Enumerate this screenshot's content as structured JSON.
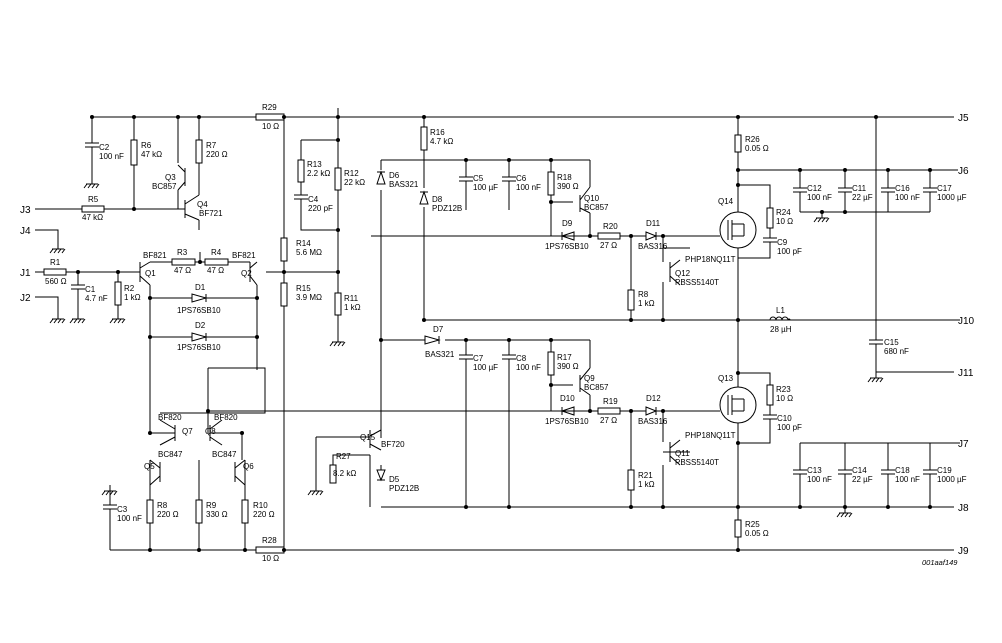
{
  "figure_id": "001aaf149",
  "terminals": [
    {
      "id": "J1",
      "label": "J1"
    },
    {
      "id": "J2",
      "label": "J2"
    },
    {
      "id": "J3",
      "label": "J3"
    },
    {
      "id": "J4",
      "label": "J4"
    },
    {
      "id": "J5",
      "label": "J5"
    },
    {
      "id": "J6",
      "label": "J6"
    },
    {
      "id": "J7",
      "label": "J7"
    },
    {
      "id": "J8",
      "label": "J8"
    },
    {
      "id": "J9",
      "label": "J9"
    },
    {
      "id": "J10",
      "label": "J10"
    },
    {
      "id": "J11",
      "label": "J11"
    }
  ],
  "components": [
    {
      "ref": "R1",
      "value": "560 Ω"
    },
    {
      "ref": "R2",
      "value": "1 kΩ"
    },
    {
      "ref": "R3",
      "value": "47 Ω"
    },
    {
      "ref": "R4",
      "value": "47 Ω"
    },
    {
      "ref": "R5",
      "value": "47 kΩ"
    },
    {
      "ref": "R6",
      "value": "47 kΩ"
    },
    {
      "ref": "R7",
      "value": "220 Ω"
    },
    {
      "ref": "R8",
      "value": "220 Ω"
    },
    {
      "ref": "R9",
      "value": "330 Ω"
    },
    {
      "ref": "R10",
      "value": "220 Ω"
    },
    {
      "ref": "R11",
      "value": "1 kΩ"
    },
    {
      "ref": "R12",
      "value": "22 kΩ"
    },
    {
      "ref": "R13",
      "value": "2.2 kΩ"
    },
    {
      "ref": "R14",
      "value": "5.6 MΩ"
    },
    {
      "ref": "R15",
      "value": "3.9 MΩ"
    },
    {
      "ref": "R16",
      "value": "4.7 kΩ"
    },
    {
      "ref": "R17",
      "value": "390 Ω"
    },
    {
      "ref": "R18",
      "value": "390 Ω"
    },
    {
      "ref": "R19",
      "value": "27 Ω"
    },
    {
      "ref": "R20",
      "value": "27 Ω"
    },
    {
      "ref": "R21",
      "value": "1 kΩ"
    },
    {
      "ref": "R23",
      "value": "10 Ω"
    },
    {
      "ref": "R24",
      "value": "10 Ω"
    },
    {
      "ref": "R25",
      "value": "0.05 Ω"
    },
    {
      "ref": "R26",
      "value": "0.05 Ω"
    },
    {
      "ref": "R27",
      "value": "8.2 kΩ"
    },
    {
      "ref": "R28",
      "value": "10 Ω"
    },
    {
      "ref": "R29",
      "value": "10 Ω"
    },
    {
      "ref": "R8",
      "value": "1 kΩ"
    },
    {
      "ref": "C1",
      "value": "4.7 nF"
    },
    {
      "ref": "C2",
      "value": "100 nF"
    },
    {
      "ref": "C3",
      "value": "100 nF"
    },
    {
      "ref": "C4",
      "value": "220 pF"
    },
    {
      "ref": "C5",
      "value": "100 µF"
    },
    {
      "ref": "C6",
      "value": "100 nF"
    },
    {
      "ref": "C7",
      "value": "100 µF"
    },
    {
      "ref": "C8",
      "value": "100 nF"
    },
    {
      "ref": "C9",
      "value": "100 pF"
    },
    {
      "ref": "C10",
      "value": "100 pF"
    },
    {
      "ref": "C11",
      "value": "22 µF"
    },
    {
      "ref": "C12",
      "value": "100 nF"
    },
    {
      "ref": "C13",
      "value": "100 nF"
    },
    {
      "ref": "C14",
      "value": "22 µF"
    },
    {
      "ref": "C15",
      "value": "680 nF"
    },
    {
      "ref": "C16",
      "value": "100 nF"
    },
    {
      "ref": "C17",
      "value": "1000 µF"
    },
    {
      "ref": "C18",
      "value": "100 nF"
    },
    {
      "ref": "C19",
      "value": "1000 µF"
    },
    {
      "ref": "L1",
      "value": "28 µH"
    },
    {
      "ref": "D1",
      "value": "1PS76SB10"
    },
    {
      "ref": "D2",
      "value": "1PS76SB10"
    },
    {
      "ref": "D5",
      "value": "PDZ12B"
    },
    {
      "ref": "D6",
      "value": "BAS321"
    },
    {
      "ref": "D7",
      "value": "BAS321"
    },
    {
      "ref": "D8",
      "value": "PDZ12B"
    },
    {
      "ref": "D9",
      "value": "1PS76SB10"
    },
    {
      "ref": "D10",
      "value": "1PS76SB10"
    },
    {
      "ref": "D11",
      "value": "BAS316"
    },
    {
      "ref": "D12",
      "value": "BAS316"
    },
    {
      "ref": "Q1",
      "value": "BF821"
    },
    {
      "ref": "Q2",
      "value": "BF821"
    },
    {
      "ref": "Q3",
      "value": "BC857"
    },
    {
      "ref": "Q4",
      "value": "BF721"
    },
    {
      "ref": "Q5",
      "value": "BC847"
    },
    {
      "ref": "Q6",
      "value": "BC847"
    },
    {
      "ref": "Q7",
      "value": "BF820"
    },
    {
      "ref": "Q8",
      "value": "BF820"
    },
    {
      "ref": "Q9",
      "value": "BC857"
    },
    {
      "ref": "Q10",
      "value": "BC857"
    },
    {
      "ref": "Q11",
      "value": "PBSS5140T"
    },
    {
      "ref": "Q12",
      "value": "PBSS5140T"
    },
    {
      "ref": "Q13",
      "value": "PHP18NQ11T"
    },
    {
      "ref": "Q14",
      "value": "PHP18NQ11T"
    },
    {
      "ref": "Q15",
      "value": "BF720"
    }
  ]
}
